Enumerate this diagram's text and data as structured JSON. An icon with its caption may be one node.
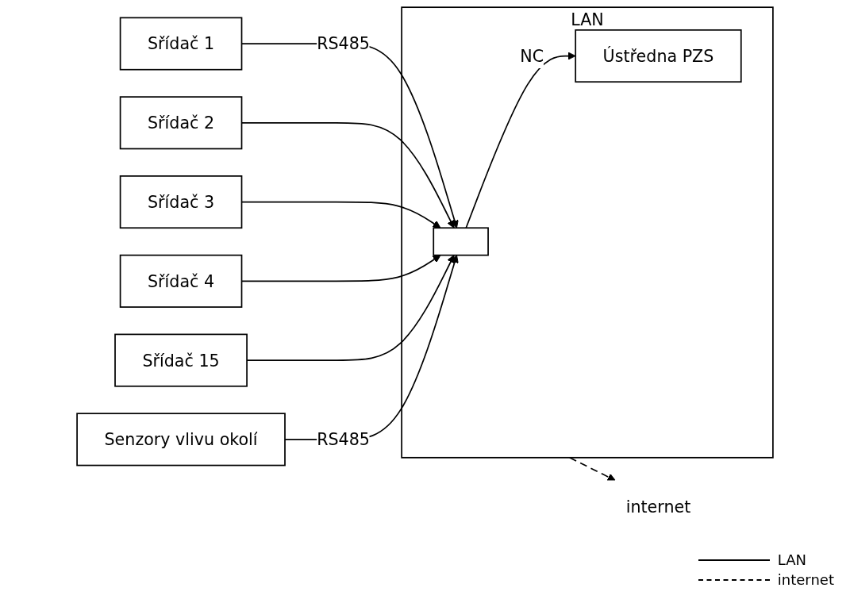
{
  "diagram": {
    "nodes": [
      {
        "text": [
          "LAN"
        ]
      },
      {
        "text": [],
        "shape": "box",
        "in": 0
      },
      {
        "text": [
          "Ústředna PZS"
        ],
        "in": 0
      },
      {
        "text": [
          "Sřídač 1"
        ]
      },
      {
        "text": [
          "Sřídač 2"
        ]
      },
      {
        "text": [
          "Sřídač 3"
        ]
      },
      {
        "text": [
          "Sřídač 4"
        ]
      },
      {
        "text": [
          "Sřídač 15"
        ]
      },
      {
        "text": [
          "Senzory vlivu okolí"
        ]
      },
      {
        "text": [
          "internet"
        ]
      }
    ],
    "edges": [
      {
        "from": 3,
        "to": 1,
        "arrow": "to",
        "label": "RS485"
      },
      {
        "from": 4,
        "to": 1,
        "arrow": "to"
      },
      {
        "from": 5,
        "to": 1,
        "arrow": "to"
      },
      {
        "from": 6,
        "to": 1,
        "arrow": "to"
      },
      {
        "from": 7,
        "to": 1,
        "arrow": "to"
      },
      {
        "from": 8,
        "to": 1,
        "arrow": "to",
        "label": "RS485"
      },
      {
        "from": 1,
        "to": 2,
        "arrow": "to",
        "label": "NC"
      },
      {
        "from": 0,
        "to": 9,
        "arrow": "to",
        "style": "dashed"
      }
    ],
    "legend": [
      {
        "text": "LAN"
      },
      {
        "text": "internet"
      }
    ]
  }
}
